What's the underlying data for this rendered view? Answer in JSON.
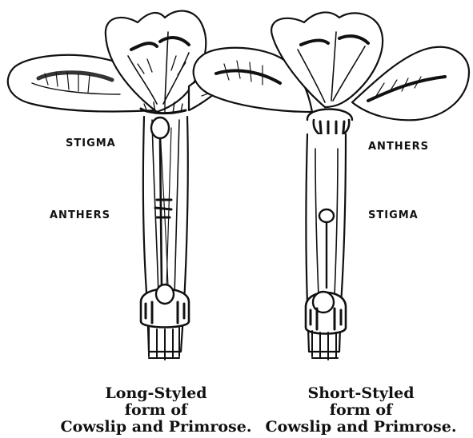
{
  "flowers": [
    {
      "id": "long-styled",
      "labels": {
        "upper": "STIGMA",
        "lower": "ANTHERS"
      },
      "caption": [
        "Long-Styled",
        "form of",
        "Cowslip and Primrose."
      ]
    },
    {
      "id": "short-styled",
      "labels": {
        "upper": "ANTHERS",
        "lower": "STIGMA"
      },
      "caption": [
        "Short-Styled",
        "form of",
        "Cowslip and Primrose."
      ]
    }
  ],
  "colors": {
    "ink": "#111111",
    "paper": "#ffffff"
  }
}
